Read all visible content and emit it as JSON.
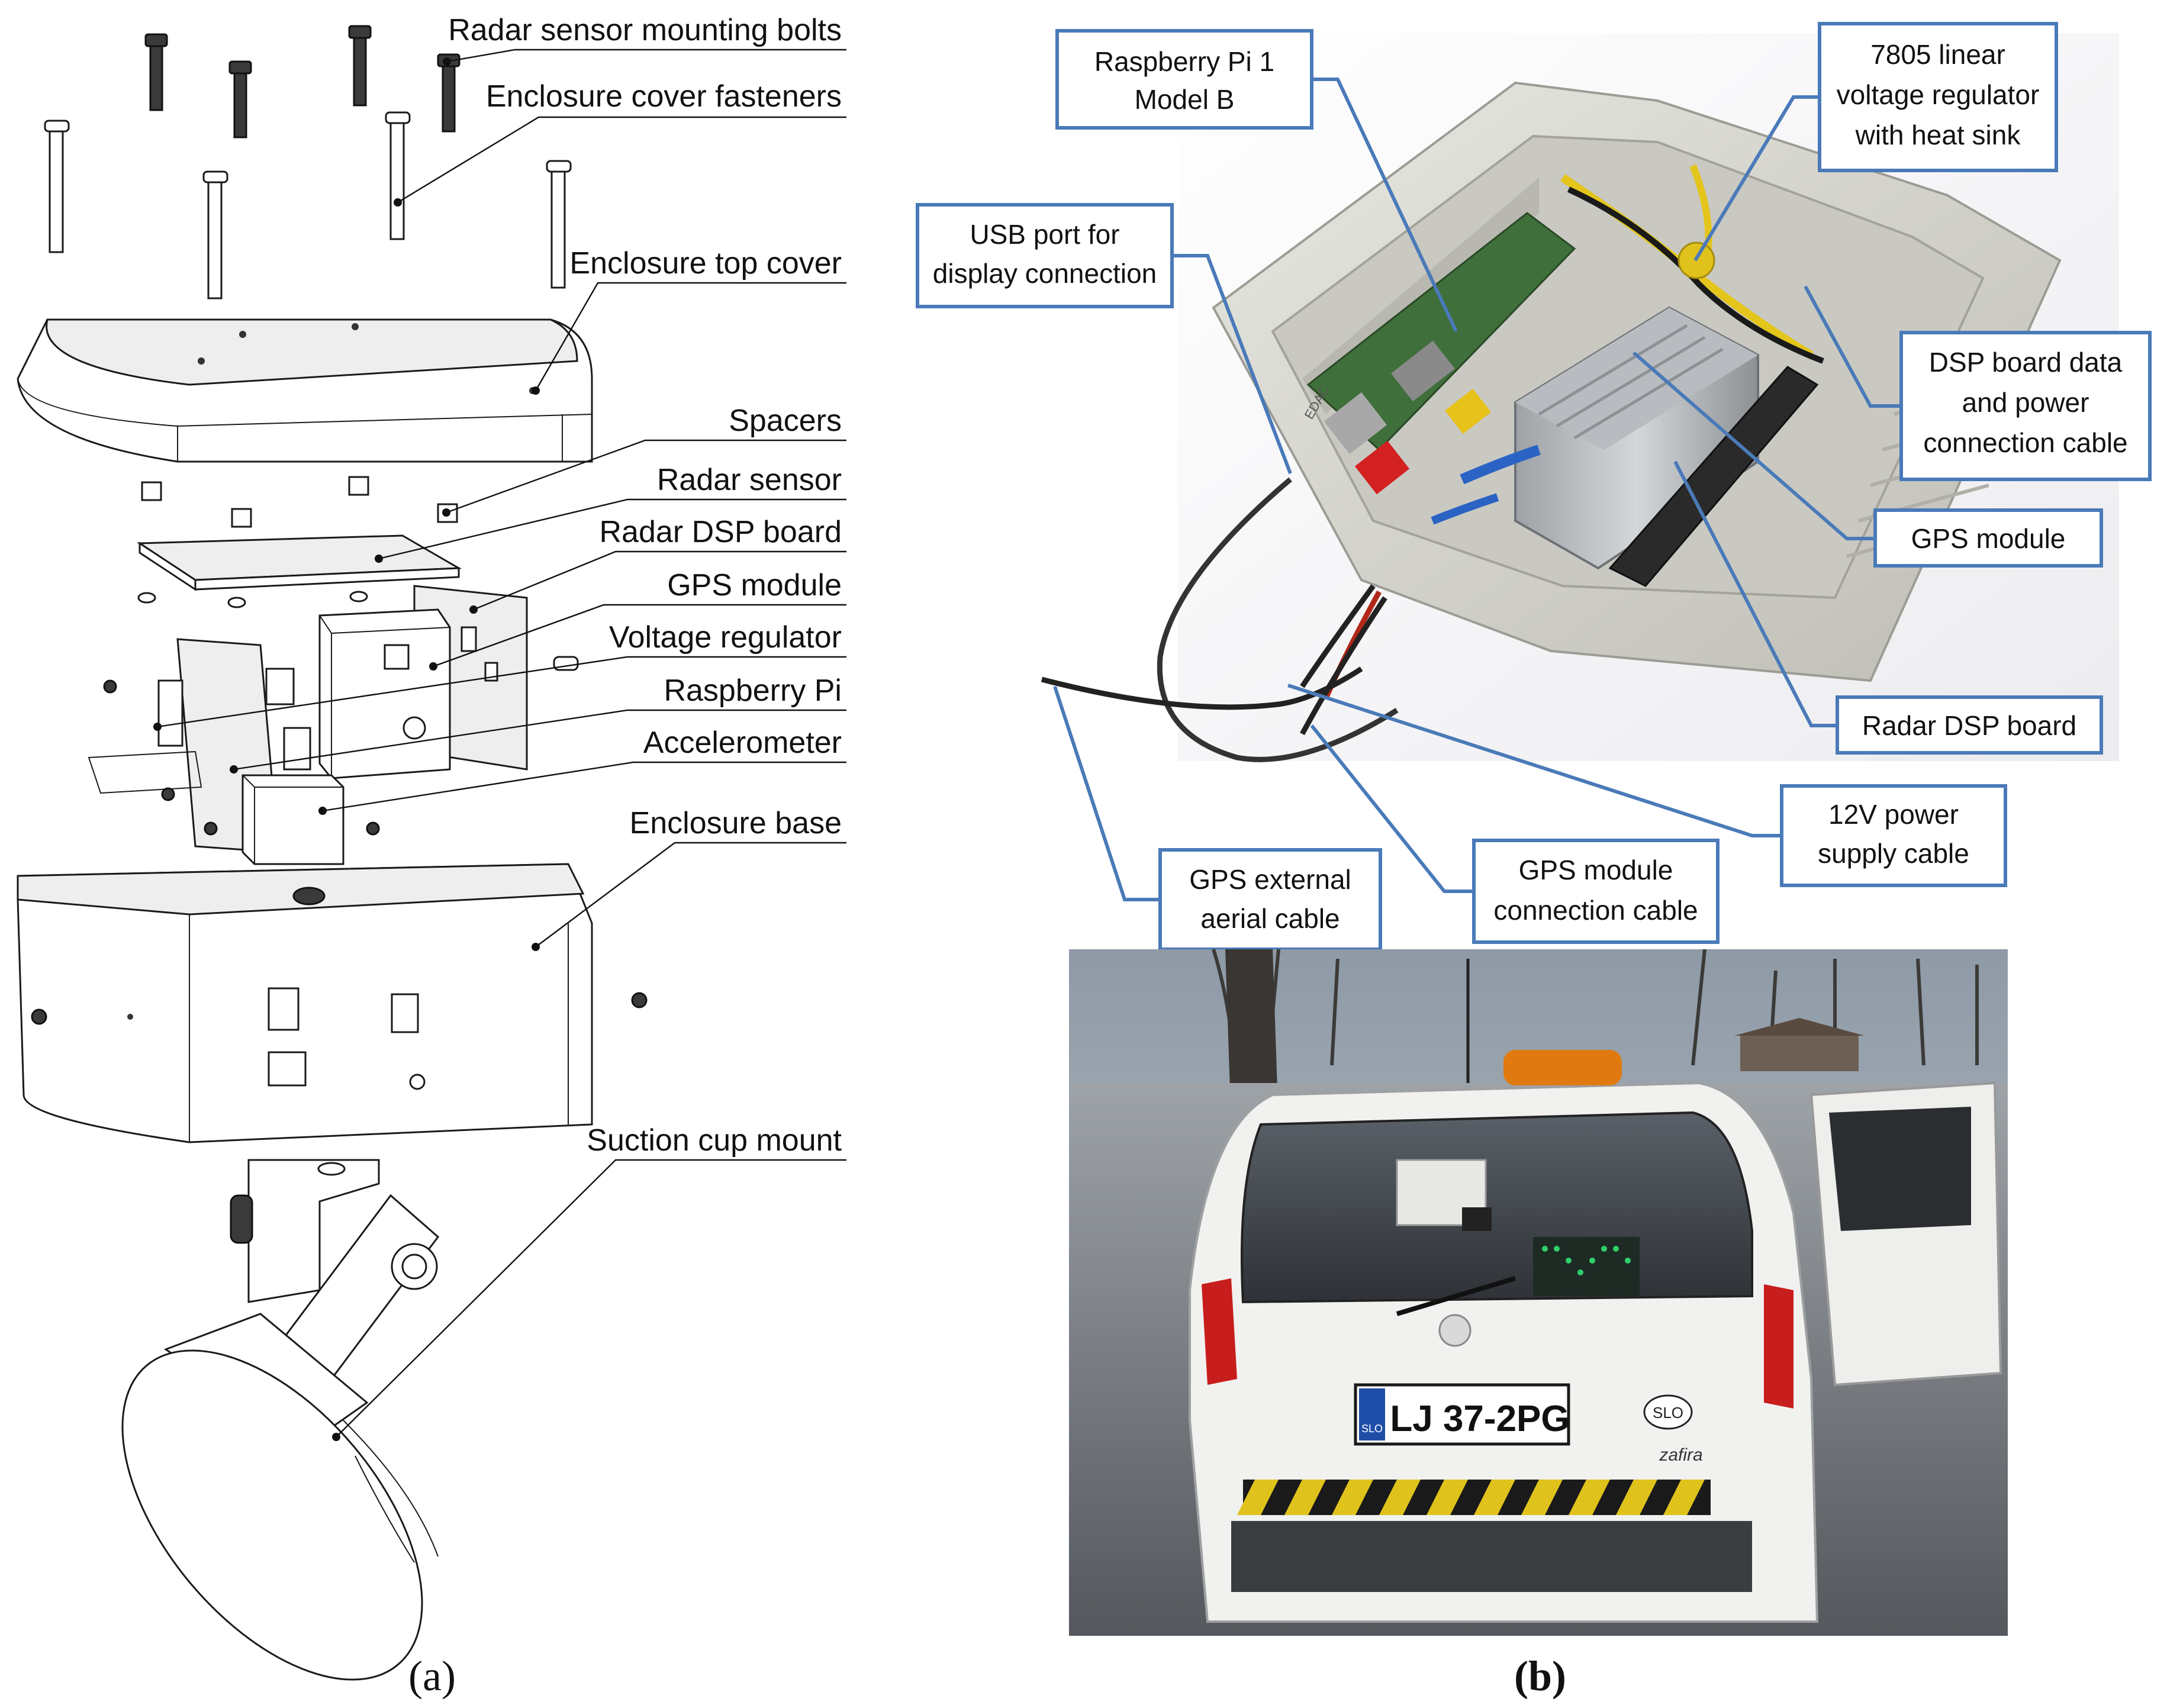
{
  "panel_a": {
    "caption": "a",
    "labels": [
      "Radar sensor mounting bolts",
      "Enclosure cover fasteners",
      "Enclosure top cover",
      "Spacers",
      "Radar sensor",
      "Radar DSP board",
      "GPS module",
      "Voltage regulator",
      "Raspberry Pi",
      "Accelerometer",
      "Enclosure base",
      "Suction cup mount"
    ]
  },
  "panel_b": {
    "caption": "b",
    "callouts": [
      {
        "line1": "Raspberry Pi 1",
        "line2": "Model B"
      },
      {
        "line1": "7805 linear",
        "line2": "voltage regulator",
        "line3": "with heat sink"
      },
      {
        "line1": "USB port for",
        "line2": "display connection"
      },
      {
        "line1": "DSP board data",
        "line2": "and power",
        "line3": "connection cable"
      },
      {
        "line1": "GPS module"
      },
      {
        "line1": "Radar DSP board"
      },
      {
        "line1": "12V power",
        "line2": "supply cable"
      },
      {
        "line1": "GPS module",
        "line2": "connection cable"
      },
      {
        "line1": "GPS external",
        "line2": "aerial cable"
      }
    ],
    "photo_text": {
      "plate": "LJ 37-2PG",
      "plate_country": "SLO",
      "oval_badge": "SLO",
      "model": "zafira",
      "enclosure_brand": "EDAC"
    }
  },
  "colors": {
    "callout_border": "#4a7ab8",
    "enclosure_plastic": "#dcdcd6",
    "car_body": "#f2f2f0",
    "beacon": "#e07a10"
  }
}
